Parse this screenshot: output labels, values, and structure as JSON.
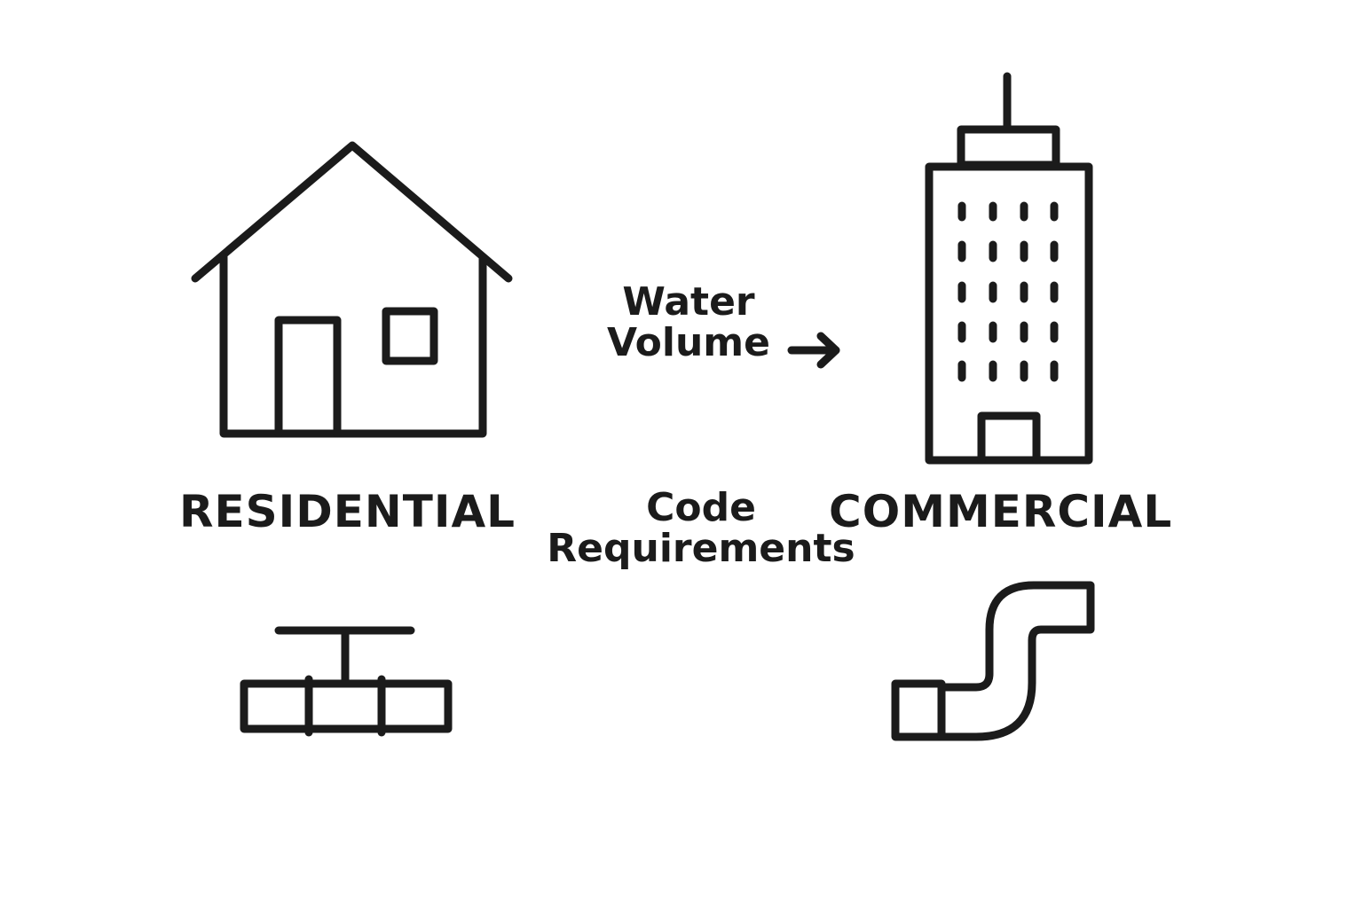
{
  "colors": {
    "stroke": "#1b1b1b",
    "background": "#ffffff"
  },
  "labels": {
    "residential": "RESIDENTIAL",
    "commercial": "COMMERCIAL",
    "water_volume_line1": "Water",
    "water_volume_line2": "Volume",
    "code_requirements_line1": "Code",
    "code_requirements_line2": "Requirements"
  },
  "icons": {
    "residential": "house-icon",
    "commercial": "office-building-icon",
    "residential_pipe": "straight-pipe-with-valve-icon",
    "commercial_pipe": "bent-pipe-icon",
    "flow": "arrow-right-icon"
  }
}
